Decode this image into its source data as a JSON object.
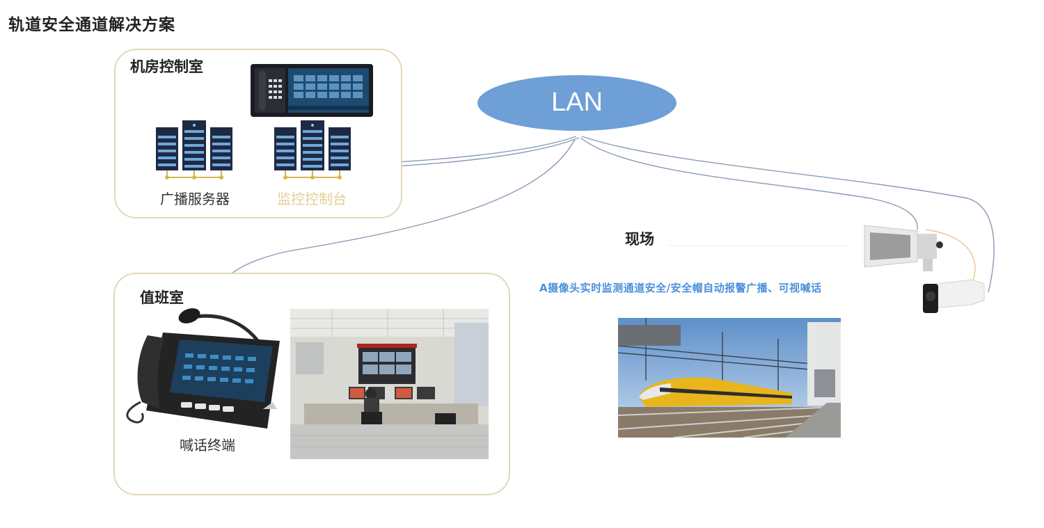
{
  "title": "轨道安全通道解决方案",
  "lan": {
    "label": "LAN"
  },
  "zones": {
    "machine_room": {
      "title": "机房控制室",
      "broadcast_server": "广播服务器",
      "monitor_console": "监控控制台"
    },
    "duty_room": {
      "title": "值班室",
      "terminal": "喊话终端"
    },
    "site": {
      "title": "现场",
      "caption": "A摄像头实时监测通道安全/安全帽自动报警广播、可视喊话"
    }
  },
  "colors": {
    "zone_border": "#e3d6bd",
    "lan_fill": "#6e9fd6",
    "caption": "#4a90d9",
    "label_gold": "#e2cf96",
    "link_line": "#8a9bb5"
  }
}
